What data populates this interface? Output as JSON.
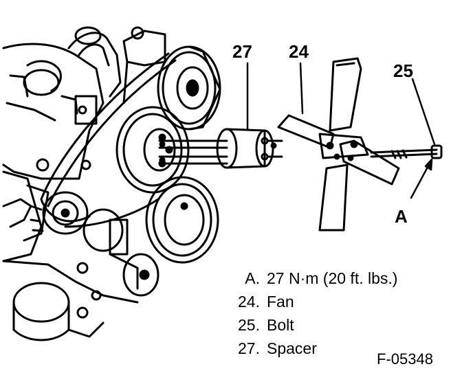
{
  "callouts": {
    "spacer_number": "27",
    "fan_number": "24",
    "bolt_number": "25",
    "torque_letter": "A"
  },
  "legend": [
    {
      "key": "A.",
      "text": "27 N·m (20 ft. lbs.)"
    },
    {
      "key": "24.",
      "text": "Fan"
    },
    {
      "key": "25.",
      "text": "Bolt"
    },
    {
      "key": "27.",
      "text": "Spacer"
    }
  ],
  "figure_id": "F-05348"
}
